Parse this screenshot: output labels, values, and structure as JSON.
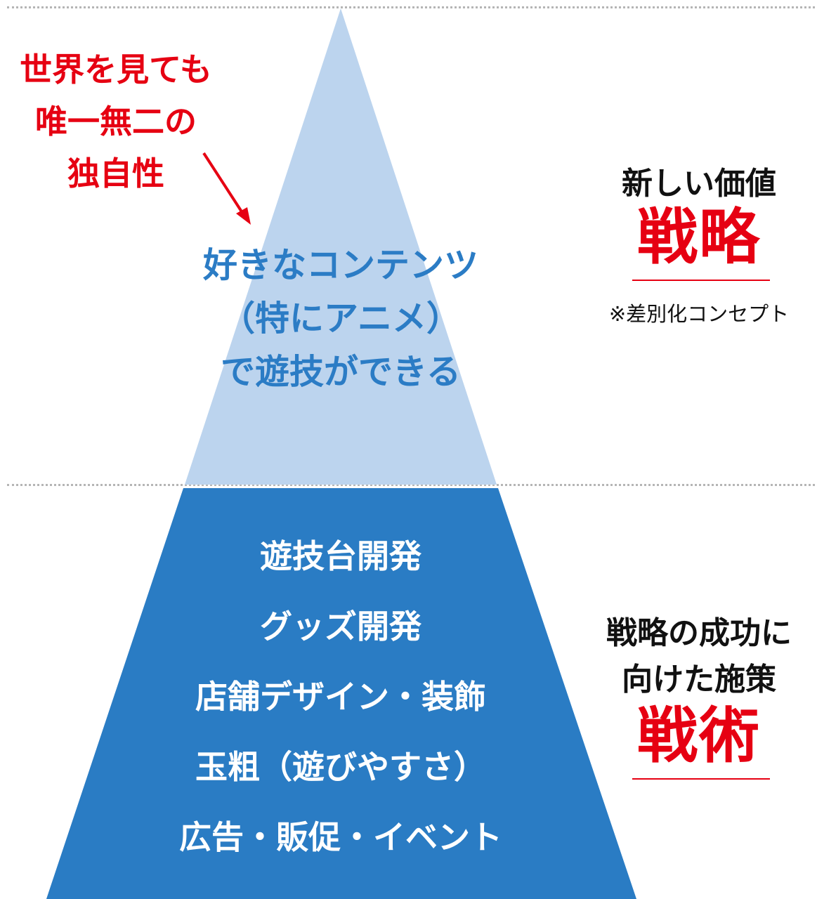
{
  "colors": {
    "apex_fill": "#bcd4ee",
    "base_fill": "#2a7cc4",
    "apex_text": "#2b7cc5",
    "accent_red": "#e60012",
    "divider": "#b5b5b5"
  },
  "callout": {
    "lines": [
      "世界を見ても",
      "唯一無二の",
      "独自性"
    ]
  },
  "apex": {
    "lines": [
      "好きなコンテンツ",
      "（特にアニメ）",
      "で遊技ができる"
    ]
  },
  "strategy": {
    "heading": "新しい価値",
    "keyword": "戦略",
    "note": "※差別化コンセプト"
  },
  "base": {
    "items": [
      "遊技台開発",
      "グッズ開発",
      "店舗デザイン・装飾",
      "玉粗（遊びやすさ）",
      "広告・販促・イベント"
    ]
  },
  "tactics": {
    "heading_lines": [
      "戦略の成功に",
      "向けた施策"
    ],
    "keyword": "戦術"
  }
}
